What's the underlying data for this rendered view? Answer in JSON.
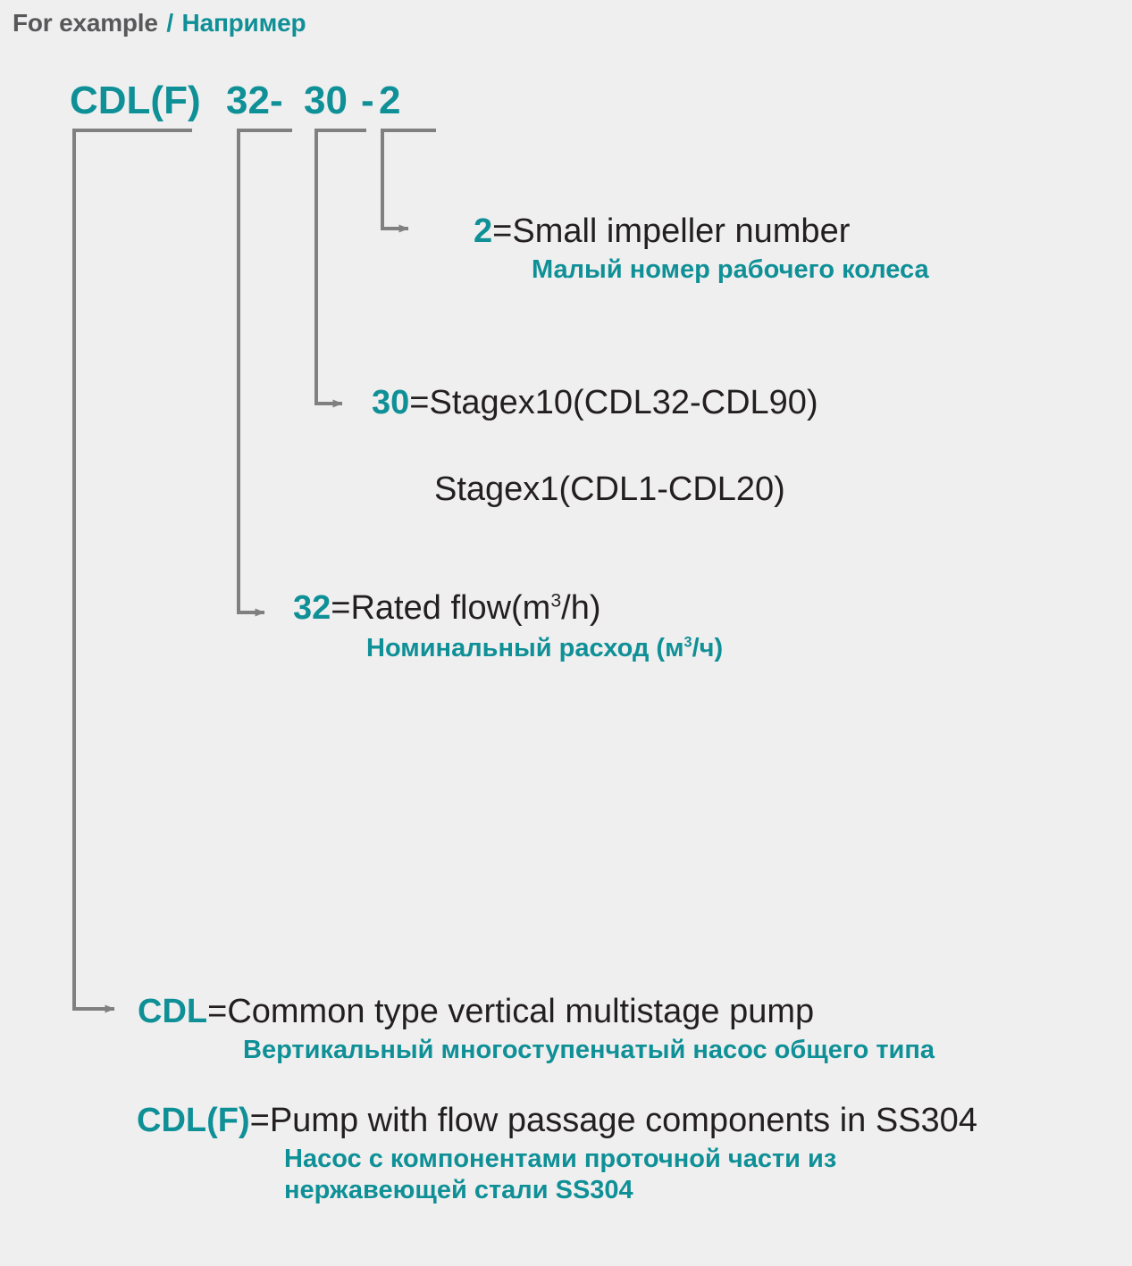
{
  "header": {
    "english": "For example",
    "separator": "/",
    "russian": "Например"
  },
  "colors": {
    "teal": "#0f9097",
    "dark_text": "#231f20",
    "header_gray": "#58585a",
    "connector_gray": "#808080",
    "background": "#efefef"
  },
  "model_code": {
    "segments": [
      {
        "name": "series",
        "text": "CDL(F)"
      },
      {
        "name": "rated-flow",
        "text": "32-"
      },
      {
        "name": "stage",
        "text": "30"
      },
      {
        "name": "separator",
        "text": "-"
      },
      {
        "name": "impeller",
        "text": "2"
      }
    ]
  },
  "callouts": {
    "impeller": {
      "key": "2",
      "equals": "=",
      "english": "Small impeller number",
      "russian": "Малый номер рабочего колеса"
    },
    "stage": {
      "key": "30",
      "equals": "=",
      "english": "Stagex10(CDL32-CDL90)",
      "english_alt": "Stagex1(CDL1-CDL20)"
    },
    "flow": {
      "key": "32",
      "equals": "=",
      "english_before": "Rated flow(m",
      "english_sup": "3",
      "english_after": "/h)",
      "russian_before": "Номинальный расход (м",
      "russian_sup": "3",
      "russian_after": "/ч)"
    },
    "cdl": {
      "key": "CDL",
      "equals": "=",
      "english": "Common type vertical multistage pump",
      "russian": "Вертикальный многоступенчатый насос общего типа"
    },
    "cdlf": {
      "key": "CDL(F)",
      "equals": "=",
      "english": "Pump with flow passage components in SS304",
      "russian_line1": "Насос с компонентами проточной части из",
      "russian_line2": "нержавеющей стали SS304"
    }
  }
}
